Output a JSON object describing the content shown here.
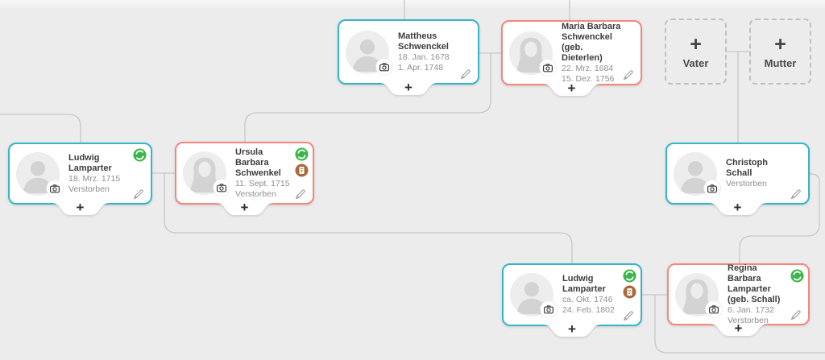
{
  "app": {
    "view": "family-tree-canvas",
    "background": "#ececec"
  },
  "colors": {
    "male_border": "#35b6c9",
    "female_border": "#f4887d",
    "connector": "#c7c7c7",
    "card_bg": "#ffffff",
    "smart_match_green": "#3db54a",
    "record_match_brown": "#aa6a3c"
  },
  "icons": {
    "smart_match": "sync-arrows-circle",
    "record_match": "document-circle",
    "camera": "camera-photo",
    "edit": "pencil",
    "add": "plus"
  },
  "ui": {
    "plus": "+"
  },
  "placeholders": {
    "father": {
      "label": "Vater"
    },
    "mother": {
      "label": "Mutter"
    }
  },
  "persons": [
    {
      "name": "Mattheus Schwenckel",
      "line1": "18. Jan. 1678",
      "line2": "1. Apr. 1748",
      "gender": "male",
      "badges": []
    },
    {
      "name": "Maria Barbara Schwenckel (geb. Dieterlen)",
      "line1": "22. Mrz. 1684",
      "line2": "15. Dez. 1756",
      "gender": "female",
      "badges": []
    },
    {
      "name": "Ludwig Lamparter",
      "line1": "18. Mrz. 1715",
      "line2": "Verstorben",
      "gender": "male",
      "badges": [
        "smart-match"
      ]
    },
    {
      "name": "Ursula Barbara Schwenkel",
      "line1": "11. Sept. 1715",
      "line2": "Verstorben",
      "gender": "female",
      "badges": [
        "smart-match",
        "record-match"
      ]
    },
    {
      "name": "Christoph Schall",
      "line1": "",
      "line2": "Verstorben",
      "gender": "male",
      "badges": []
    },
    {
      "name": "Ludwig Lamparter",
      "line1": "ca. Okt. 1746",
      "line2": "24. Feb. 1802",
      "gender": "male",
      "badges": [
        "smart-match",
        "record-match"
      ]
    },
    {
      "name": "Regina Barbara Lamparter (geb. Schall)",
      "line1": "6. Jan. 1732",
      "line2": "Verstorben",
      "gender": "female",
      "badges": [
        "smart-match"
      ]
    }
  ]
}
